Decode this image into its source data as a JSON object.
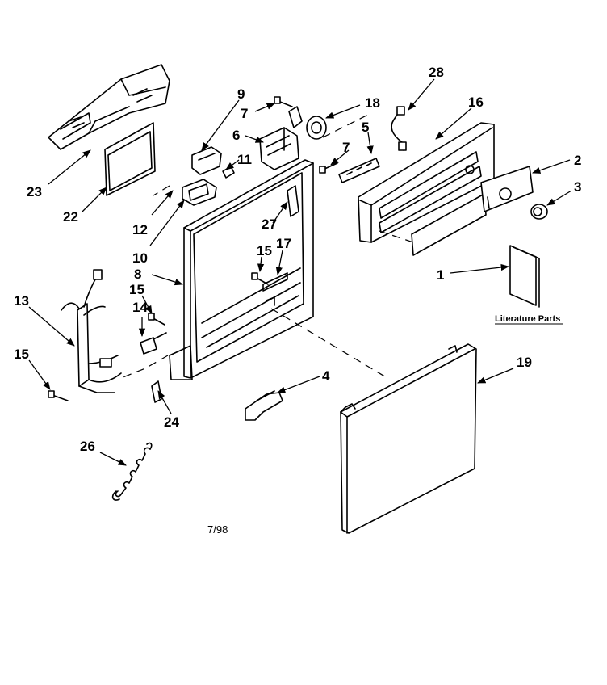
{
  "diagram": {
    "date_code": "7/98",
    "literature_label": "Literature Parts",
    "callouts": [
      {
        "id": "c1",
        "text": "1"
      },
      {
        "id": "c2",
        "text": "2"
      },
      {
        "id": "c3",
        "text": "3"
      },
      {
        "id": "c4",
        "text": "4"
      },
      {
        "id": "c5",
        "text": "5"
      },
      {
        "id": "c6",
        "text": "6"
      },
      {
        "id": "c7a",
        "text": "7"
      },
      {
        "id": "c7b",
        "text": "7"
      },
      {
        "id": "c8",
        "text": "8"
      },
      {
        "id": "c9",
        "text": "9"
      },
      {
        "id": "c10",
        "text": "10"
      },
      {
        "id": "c11",
        "text": "11"
      },
      {
        "id": "c12",
        "text": "12"
      },
      {
        "id": "c13",
        "text": "13"
      },
      {
        "id": "c14",
        "text": "14"
      },
      {
        "id": "c15a",
        "text": "15"
      },
      {
        "id": "c15b",
        "text": "15"
      },
      {
        "id": "c15c",
        "text": "15"
      },
      {
        "id": "c16",
        "text": "16"
      },
      {
        "id": "c17",
        "text": "17"
      },
      {
        "id": "c18",
        "text": "18"
      },
      {
        "id": "c19",
        "text": "19"
      },
      {
        "id": "c22",
        "text": "22"
      },
      {
        "id": "c23",
        "text": "23"
      },
      {
        "id": "c24",
        "text": "24"
      },
      {
        "id": "c26",
        "text": "26"
      },
      {
        "id": "c27",
        "text": "27"
      },
      {
        "id": "c28",
        "text": "28"
      }
    ]
  }
}
